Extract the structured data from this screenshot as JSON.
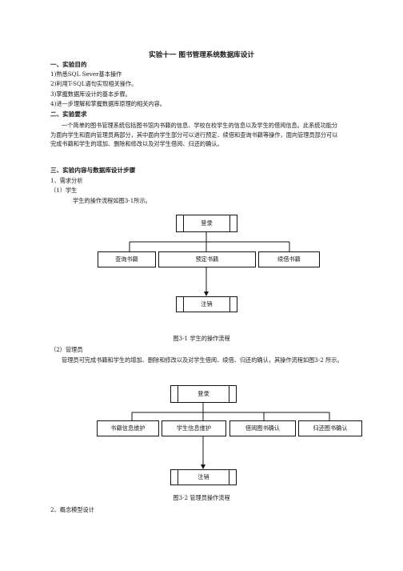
{
  "title": "实验十一   图书管理系统数据库设计",
  "s1": {
    "heading": "一、实验目的",
    "items": [
      "1)熟悉SQL Sever基本操作",
      "2)利用T-SQL语句实现相关操作。",
      "3)掌握数据库设计的基本步骤。",
      "4)进一步理解和掌握数据库原理的相关内容。"
    ]
  },
  "s2": {
    "heading": "二、实验要求",
    "para": "一个简单的图书管理系统包括图书馆内书籍的信息、学校在校学生的信息以及学生的借阅信息。此系统功能分为面向学生和面向管理员两部分，其中面向学生部分可以进行预定、续借和查询书籍等操作，面向管理员部分可以完成书籍和学生的增加、删除和修改以及对学生借阅、归还的确认。"
  },
  "s3": {
    "heading": "三、实验内容与数据库设计步骤",
    "sub1": "1、需求分析",
    "student_label": "（1）学生",
    "student_intro": "学生的操作流程如图3-1所示。",
    "fig1": {
      "top": "登录",
      "mid": [
        "查询书籍",
        "预定书籍",
        "续借书籍"
      ],
      "bottom": "注销",
      "caption": "图3-1   学生的操作流程"
    },
    "admin_label": "（2）管理员",
    "admin_intro": "管理员可完成书籍和学生的增加、删除和修改以及对学生借阅、续借、归还的确认，其操作流程如图3-2 所示。",
    "fig2": {
      "top": "登录",
      "mid": [
        "书籍信息维护",
        "学生信息维护",
        "借阅图书确认",
        "归还图书确认"
      ],
      "bottom": "注销",
      "caption": "图3-2   管理员操作流程"
    },
    "sub2": "2、概念模型设计"
  }
}
